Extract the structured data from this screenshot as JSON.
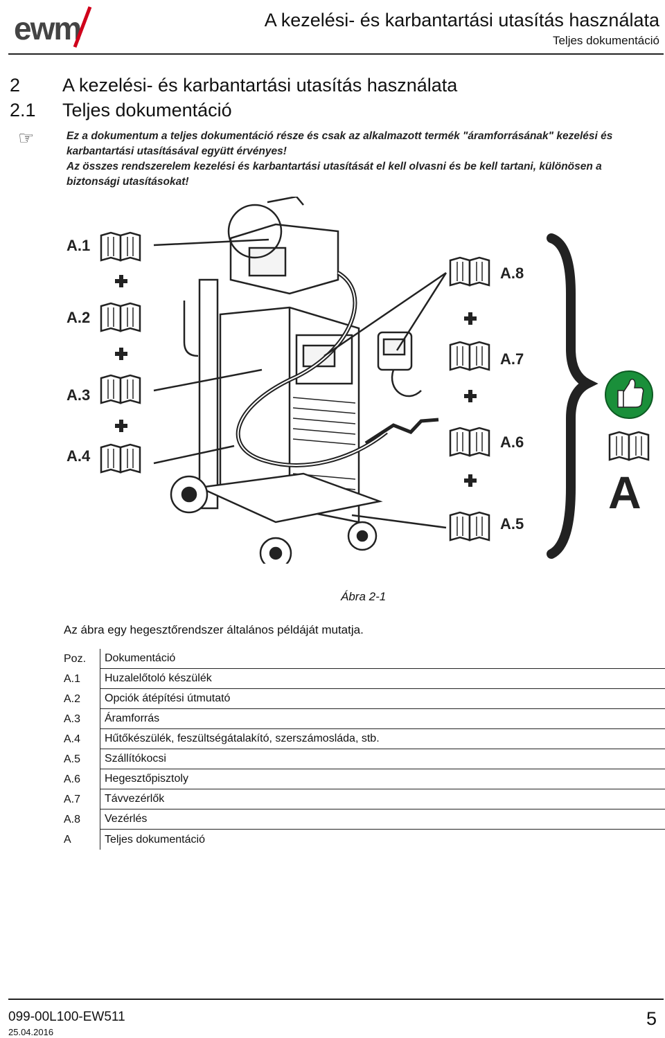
{
  "header": {
    "logo_text": "ewm",
    "title": "A kezelési- és karbantartási utasítás használata",
    "subtitle": "Teljes dokumentáció"
  },
  "section": {
    "num": "2",
    "title": "A kezelési- és karbantartási utasítás használata"
  },
  "subsection": {
    "num": "2.1",
    "title": "Teljes dokumentáció"
  },
  "note": {
    "icon": "pointing-hand-icon",
    "p1": "Ez a dokumentum a teljes dokumentáció része és csak az alkalmazott termék \"áramforrásának\" kezelési és karbantartási utasításával együtt érvényes!",
    "p2": "Az összes rendszerelem kezelési és karbantartási utasítását el kell olvasni és be kell tartani, különösen a biztonsági utasításokat!"
  },
  "figure": {
    "left_labels": [
      "A.1",
      "A.2",
      "A.3",
      "A.4"
    ],
    "right_labels": [
      "A.8",
      "A.7",
      "A.6",
      "A.5"
    ],
    "big_label": "A",
    "caption": "Ábra 2-1",
    "description": "Az ábra egy hegesztőrendszer általános példáját mutatja."
  },
  "legend": {
    "col_pos": "Poz.",
    "col_doc": "Dokumentáció",
    "rows": [
      {
        "pos": "A.1",
        "doc": "Huzalelőtoló készülék"
      },
      {
        "pos": "A.2",
        "doc": "Opciók átépítési útmutató"
      },
      {
        "pos": "A.3",
        "doc": "Áramforrás"
      },
      {
        "pos": "A.4",
        "doc": "Hűtőkészülék, feszültségátalakító, szerszámosláda, stb."
      },
      {
        "pos": "A.5",
        "doc": "Szállítókocsi"
      },
      {
        "pos": "A.6",
        "doc": "Hegesztőpisztoly"
      },
      {
        "pos": "A.7",
        "doc": "Távvezérlők"
      },
      {
        "pos": "A.8",
        "doc": "Vezérlés"
      },
      {
        "pos": "A",
        "doc": "Teljes dokumentáció"
      }
    ]
  },
  "footer": {
    "doc_number": "099-00L100-EW511",
    "date": "25.04.2016",
    "page": "5"
  }
}
